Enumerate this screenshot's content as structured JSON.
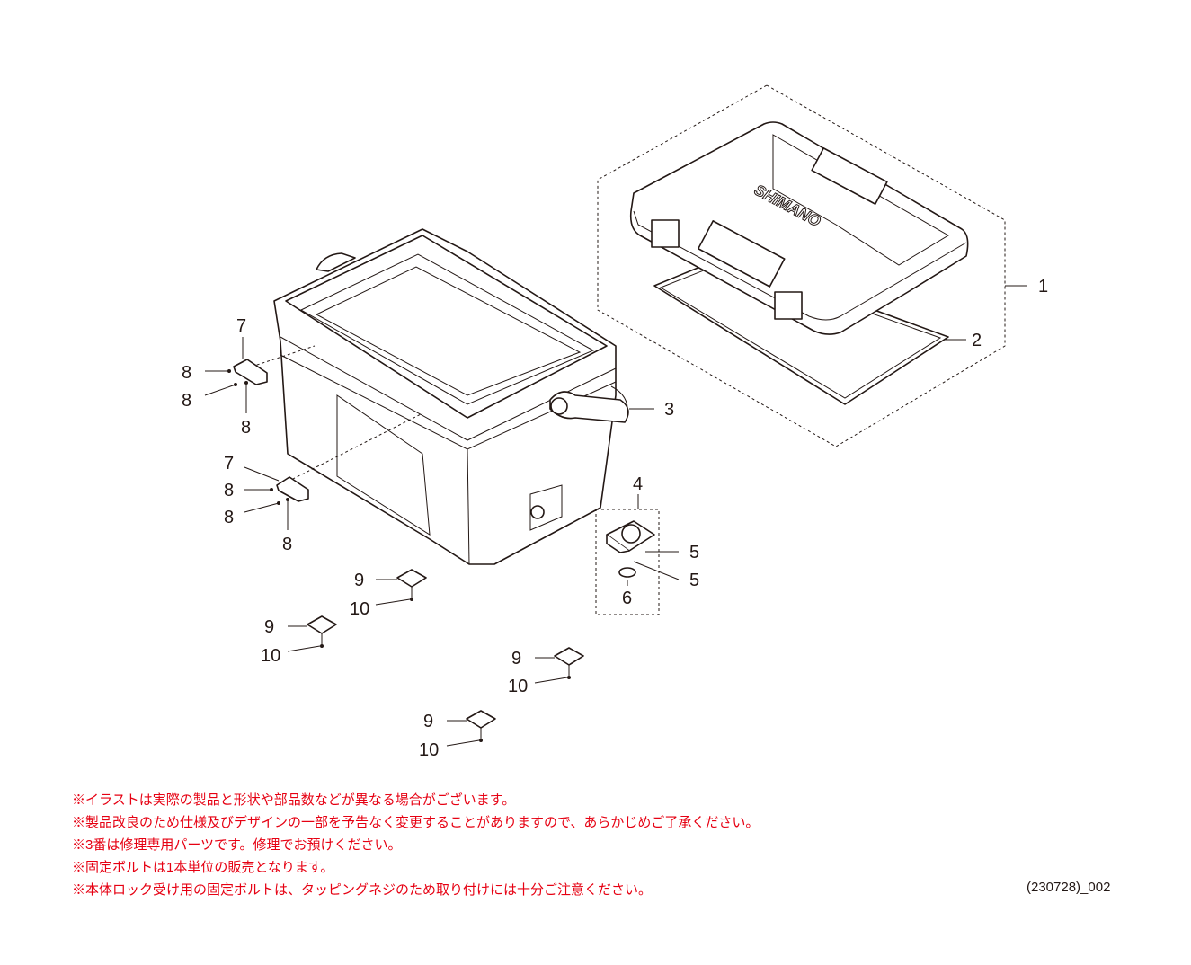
{
  "diagram": {
    "brand_logo": "SHIMANO",
    "part_labels": {
      "lid": "1",
      "gasket": "2",
      "handle": "3",
      "lock_receiver": "4",
      "lock_bolt_a": "5",
      "lock_bolt_b": "5",
      "lock_cap": "6",
      "hinge_upper": "7",
      "hinge_upper_bolt_a": "8",
      "hinge_upper_bolt_b": "8",
      "hinge_upper_bolt_c": "8",
      "hinge_lower": "7",
      "hinge_lower_bolt_a": "8",
      "hinge_lower_bolt_b": "8",
      "hinge_lower_bolt_c": "8",
      "foot_1": "9",
      "foot_1_bolt": "10",
      "foot_2": "9",
      "foot_2_bolt": "10",
      "foot_3": "9",
      "foot_3_bolt": "10",
      "foot_4": "9",
      "foot_4_bolt": "10"
    }
  },
  "notes": [
    "※イラストは実際の製品と形状や部品数などが異なる場合がございます。",
    "※製品改良のため仕様及びデザインの一部を予告なく変更することがありますので、あらかじめご了承ください。",
    "※3番は修理専用パーツです。修理でお預けください。",
    "※固定ボルトは1本単位の販売となります。",
    "※本体ロック受け用の固定ボルトは、タッピングネジのため取り付けには十分ご注意ください。"
  ],
  "document_code": "(230728)_002"
}
